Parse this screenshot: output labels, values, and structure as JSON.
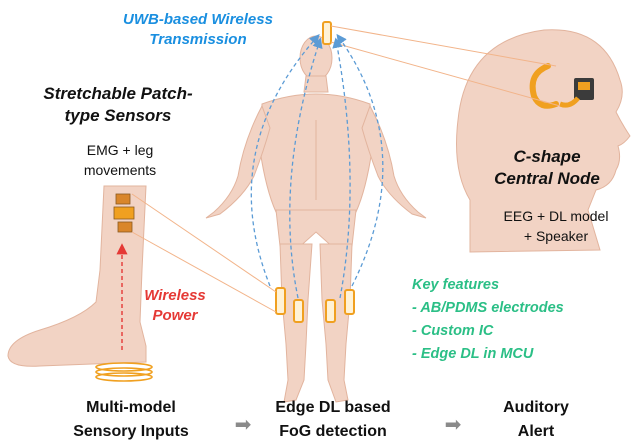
{
  "uwb": {
    "line1": "UWB-based Wireless",
    "line2": "Transmission"
  },
  "patch": {
    "line1": "Stretchable Patch-",
    "line2": "type Sensors"
  },
  "emg": {
    "line1": "EMG + leg",
    "line2": "movements"
  },
  "wireless_power": {
    "line1": "Wireless",
    "line2": "Power"
  },
  "central": {
    "line1": "C-shape",
    "line2": "Central Node"
  },
  "eeg": {
    "line1": "EEG + DL model",
    "line2": "+ Speaker"
  },
  "features": {
    "title": "Key features",
    "items": [
      "- AB/PDMS electrodes",
      "- Custom IC",
      "- Edge DL in MCU"
    ]
  },
  "pipeline": {
    "stage1": {
      "line1": "Multi-model",
      "line2": "Sensory Inputs"
    },
    "stage2": {
      "line1": "Edge DL based",
      "line2": "FoG detection"
    },
    "stage3": {
      "line1": "Auditory",
      "line2": "Alert"
    },
    "arrow_glyph": "➡"
  },
  "colors": {
    "skin": "#f2d3c4",
    "skin_shadow": "#e7b9a4",
    "sensor": "#f0a020",
    "link_arrow": "#5b9bd5",
    "power_arrow": "#e53935",
    "leader_line": "#f2b48a",
    "uwb_text": "#1a8fe0",
    "feature_text": "#2bbf86"
  }
}
